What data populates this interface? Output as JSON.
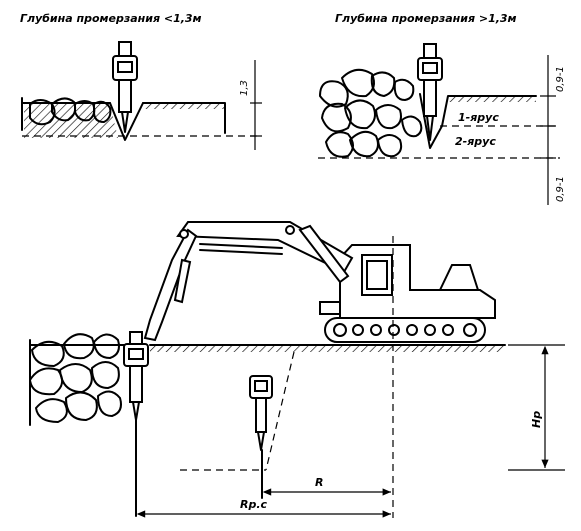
{
  "titles": {
    "left": "Глубина промерзания <1,3м",
    "right": "Глубина промерзания >1,3м"
  },
  "dimensions": {
    "left_depth": "1,3",
    "right_top": "0,9-1",
    "right_bottom": "0,9-1",
    "tier_1": "1-ярус",
    "tier_2": "2-ярус",
    "hp": "Hp",
    "r": "R",
    "rpc": "Rp.c"
  }
}
